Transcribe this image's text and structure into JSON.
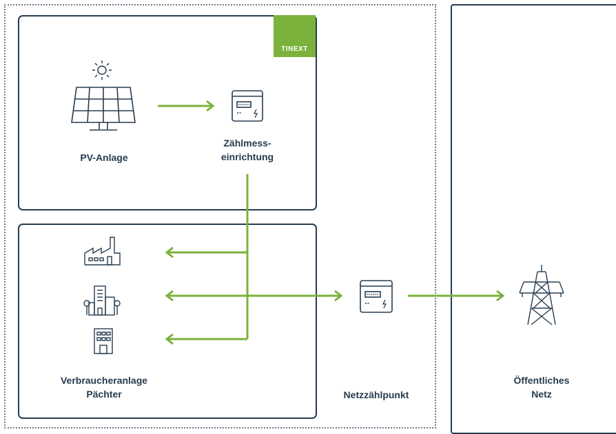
{
  "badge": {
    "text": "TINEXT"
  },
  "nodes": {
    "pv": {
      "label": "PV-Anlage"
    },
    "meter_top": {
      "label_line1": "Zählmess-",
      "label_line2": "einrichtung"
    },
    "consumer": {
      "label_line1": "Verbraucheranlage",
      "label_line2": "Pächter"
    },
    "grid_meter": {
      "label": "Netzzählpunkt"
    },
    "public_grid": {
      "label_line1": "Öffentliches",
      "label_line2": "Netz"
    }
  },
  "icons": {
    "sun": "sun-icon",
    "solar_panel": "solar-panel-icon",
    "meter": "electricity-meter-icon",
    "factory": "factory-icon",
    "office": "office-building-icon",
    "apartment": "apartment-building-icon",
    "pylon": "power-pylon-icon"
  },
  "colors": {
    "accent": "#7bb23b",
    "line": "#263b4f"
  }
}
